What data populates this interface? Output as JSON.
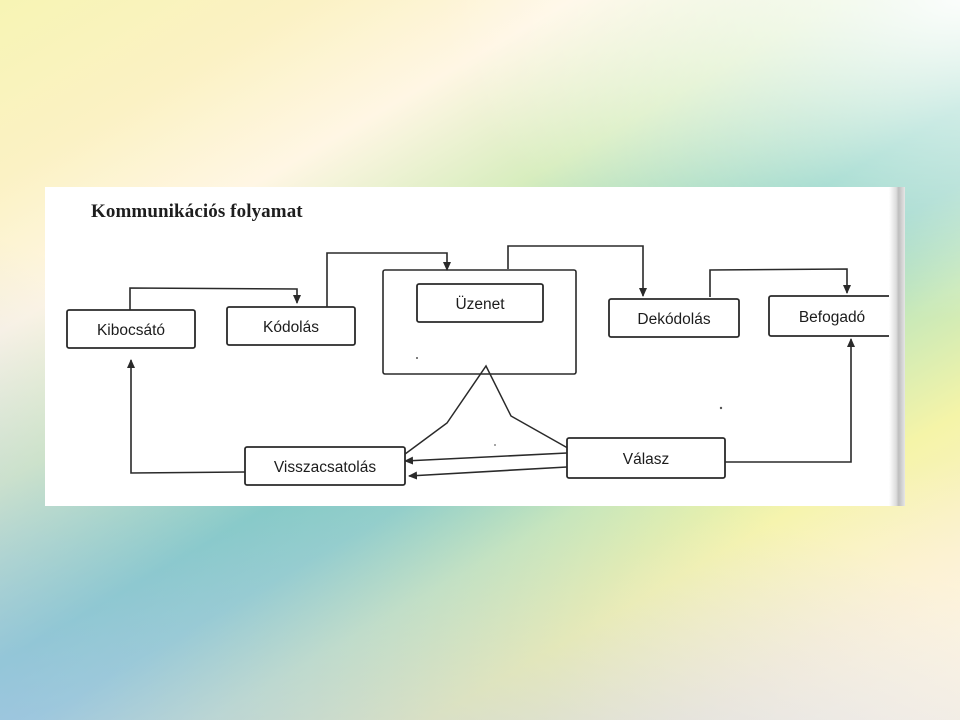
{
  "diagram": {
    "title": "Kommunikációs folyamat",
    "nodes": {
      "sender": "Kibocsátó",
      "encoding": "Kódolás",
      "message": "Üzenet",
      "decoding": "Dekódolás",
      "receiver": "Befogadó",
      "feedback": "Visszacsatolás",
      "response": "Válasz"
    },
    "colors": {
      "line": "#2a2a2a",
      "box_fill": "#ffffff",
      "scan_background": "#ffffff"
    }
  }
}
